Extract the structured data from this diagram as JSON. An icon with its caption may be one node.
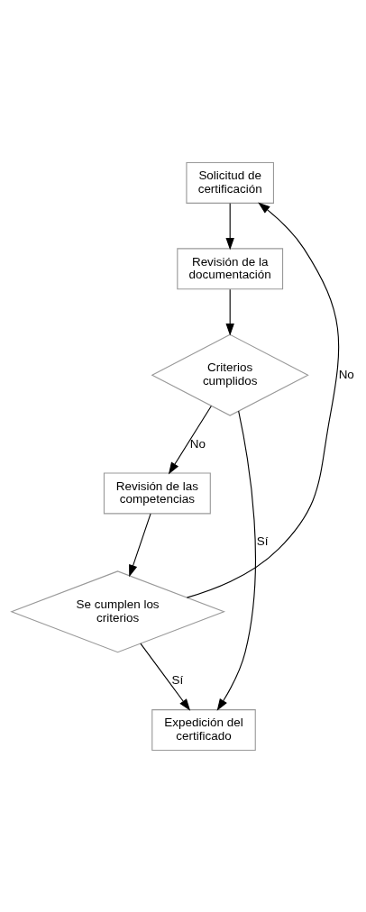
{
  "diagram": {
    "nodes": [
      {
        "text": [
          "Solicitud de certificación"
        ]
      },
      {
        "text": [
          "Revisión de la documentación"
        ]
      },
      {
        "text": [
          "Criterios cumplidos"
        ]
      },
      {
        "text": [
          "Revisión de las competencias"
        ]
      },
      {
        "text": [
          "Se cumplen los criterios"
        ]
      },
      {
        "text": [
          "Expedición del certificado"
        ]
      }
    ],
    "edges": [
      {
        "from": 0,
        "to": 1,
        "arrow": "to"
      },
      {
        "from": 1,
        "to": 2,
        "arrow": "to"
      },
      {
        "from": 2,
        "to": 3,
        "arrow": "to",
        "label": "No"
      },
      {
        "from": 2,
        "to": 5,
        "arrow": "to",
        "label": "Sí"
      },
      {
        "from": 3,
        "to": 4,
        "arrow": "to"
      },
      {
        "from": 4,
        "to": 0,
        "arrow": "to",
        "label": "No"
      },
      {
        "from": 4,
        "to": 5,
        "arrow": "to",
        "label": "Sí"
      }
    ]
  }
}
